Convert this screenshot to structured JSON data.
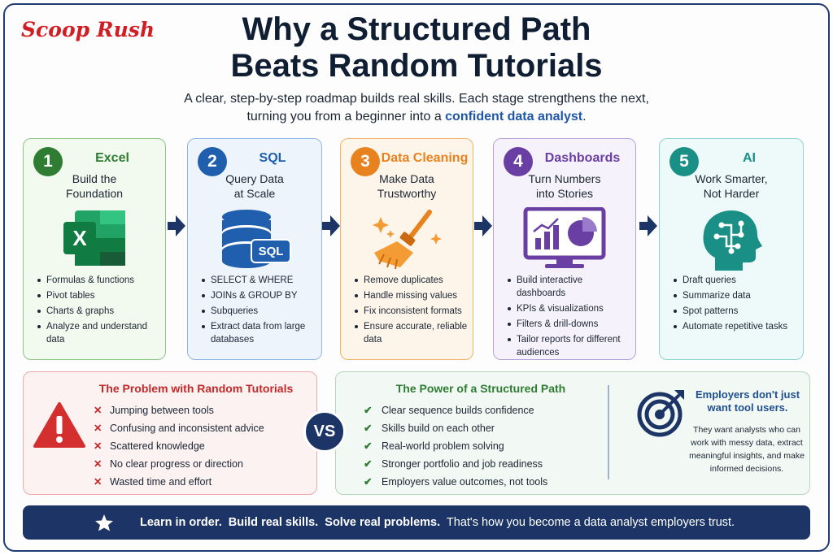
{
  "brand": "Scoop Rush",
  "title_line1": "Why a Structured Path",
  "title_line2": "Beats Random Tutorials",
  "subtitle_line1": "A clear, step-by-step roadmap builds real skills. Each stage strengthens the next,",
  "subtitle_line2_prefix": "turning you from a beginner into a ",
  "subtitle_highlight": "confident data analyst",
  "subtitle_suffix": ".",
  "stages": [
    {
      "num": "1",
      "name": "Excel",
      "desc1": "Build the",
      "desc2": "Foundation",
      "items": [
        "Formulas & functions",
        "Pivot tables",
        "Charts & graphs",
        "Analyze and understand data"
      ],
      "color": "#2e7d32",
      "icon": "excel-icon"
    },
    {
      "num": "2",
      "name": "SQL",
      "desc1": "Query Data",
      "desc2": "at Scale",
      "items": [
        "SELECT & WHERE",
        "JOINs & GROUP BY",
        "Subqueries",
        "Extract data from large databases"
      ],
      "icon_label": "SQL",
      "color": "#1f5fae",
      "icon": "database-icon"
    },
    {
      "num": "3",
      "name": "Data Cleaning",
      "desc1": "Make Data",
      "desc2": "Trustworthy",
      "items": [
        "Remove duplicates",
        "Handle missing values",
        "Fix inconsistent formats",
        "Ensure accurate, reliable data"
      ],
      "color": "#e8821e",
      "icon": "broom-icon"
    },
    {
      "num": "4",
      "name": "Dashboards",
      "desc1": "Turn Numbers",
      "desc2": "into Stories",
      "items": [
        "Build interactive dashboards",
        "KPIs & visualizations",
        "Filters & drill-downs",
        "Tailor reports for different audiences"
      ],
      "color": "#6a3fa3",
      "icon": "monitor-chart-icon"
    },
    {
      "num": "5",
      "name": "AI",
      "desc1": "Work Smarter,",
      "desc2": "Not Harder",
      "items": [
        "Draft queries",
        "Summarize data",
        "Spot patterns",
        "Automate repetitive tasks"
      ],
      "color": "#1a8f86",
      "icon": "ai-head-icon"
    }
  ],
  "problem": {
    "title": "The Problem with Random Tutorials",
    "mark": "✕",
    "items": [
      "Jumping between tools",
      "Confusing and inconsistent advice",
      "Scattered knowledge",
      "No clear progress or direction",
      "Wasted time and effort"
    ]
  },
  "vs": "VS",
  "power": {
    "title": "The Power of a Structured Path",
    "mark": "✔",
    "items": [
      "Clear sequence builds confidence",
      "Skills build on each other",
      "Real-world problem solving",
      "Stronger portfolio and job readiness",
      "Employers value outcomes, not tools"
    ]
  },
  "employers": {
    "heading": "Employers don't just want tool users.",
    "body": "They want analysts who can work with messy data, extract meaningful insights, and make informed decisions."
  },
  "footer": {
    "bold1": "Learn in order.",
    "bold2": "Build real skills.",
    "bold3": "Solve real problems.",
    "rest": "That's how you become a data analyst employers trust."
  }
}
